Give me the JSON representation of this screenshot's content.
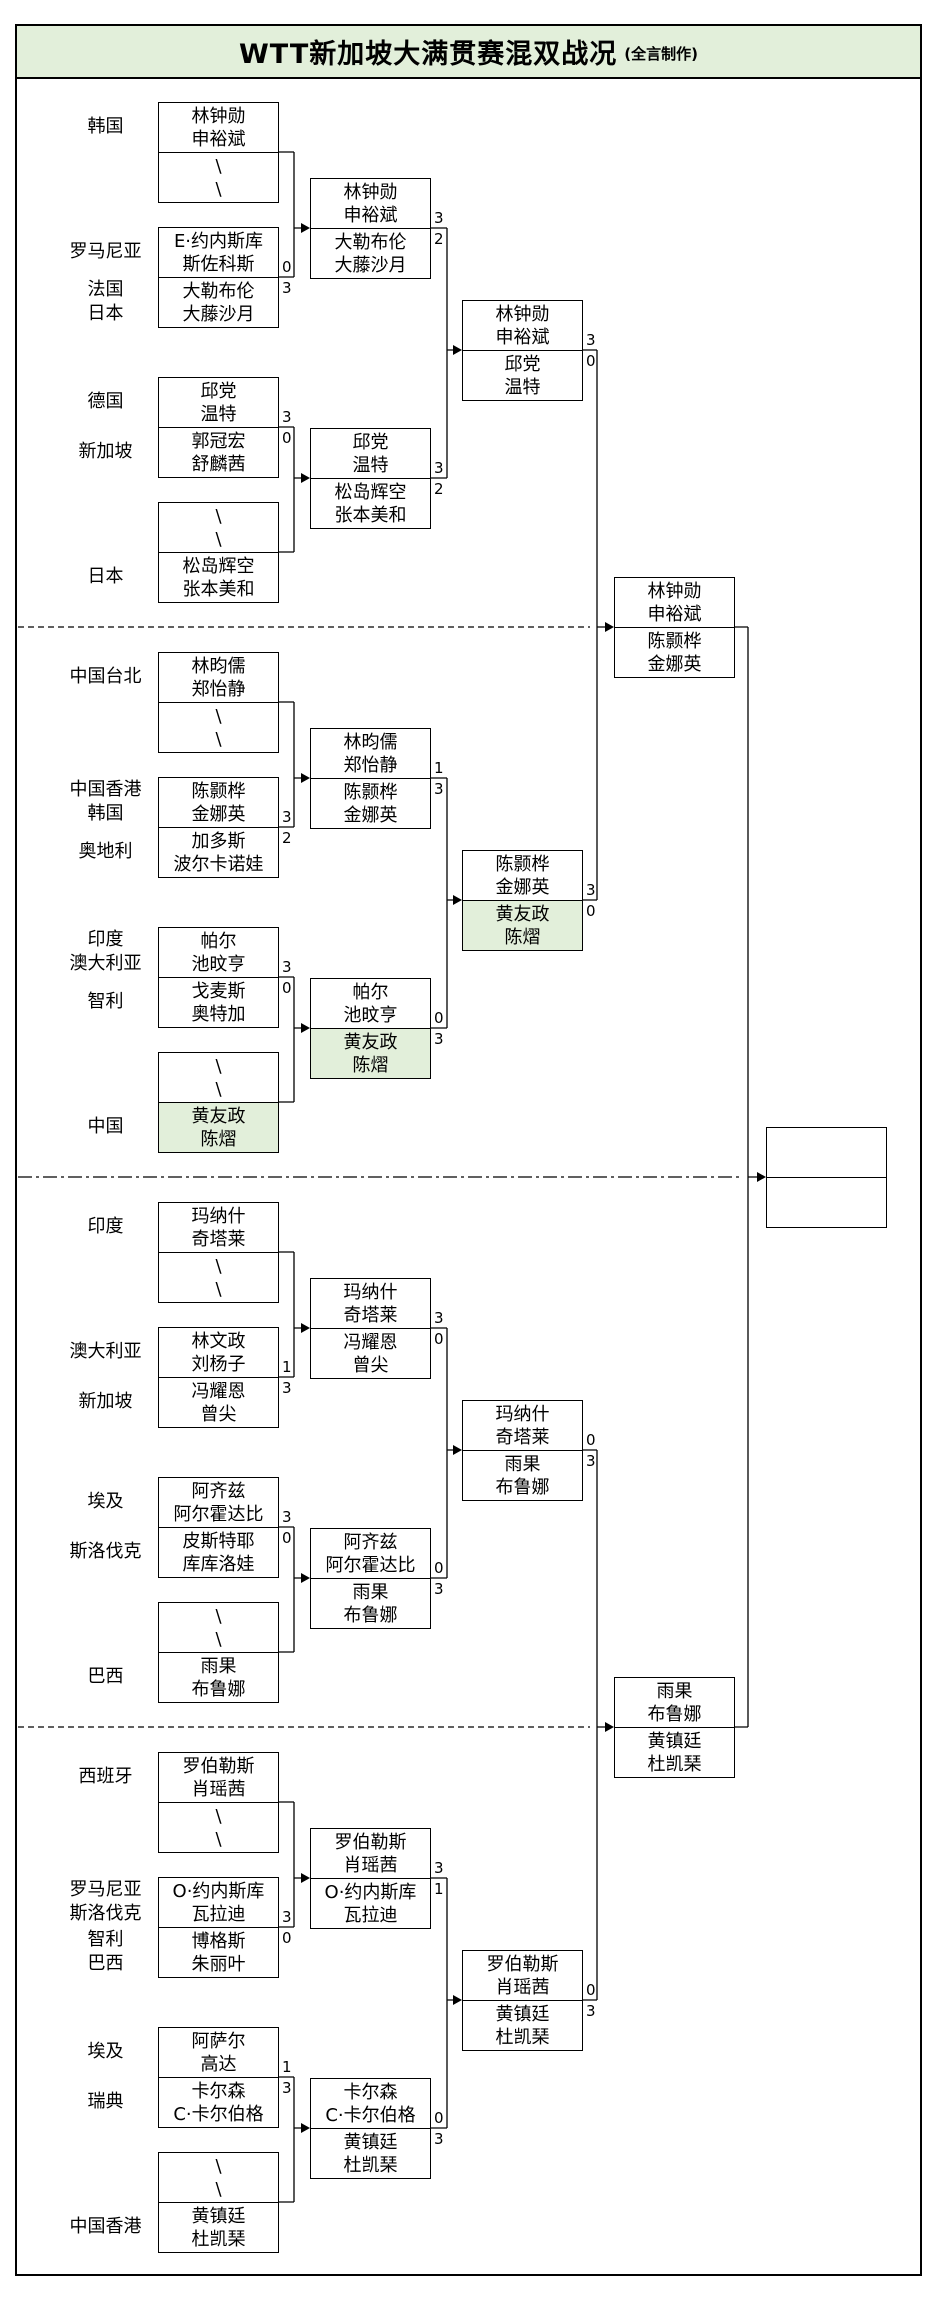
{
  "title": {
    "main": "WTT新加坡大满贯赛混双战况",
    "suffix": "(全言制作)"
  },
  "bye_symbol": "\\",
  "colors": {
    "title_bg": "#e2efda",
    "highlight_bg": "#e2efda",
    "line": "#000000"
  },
  "bracket": {
    "round1_groups": [
      {
        "slots": [
          {
            "country": [
              "韩国"
            ],
            "players": [
              "林钟勋",
              "申裕斌"
            ]
          },
          {
            "bye": true
          }
        ]
      },
      {
        "slots": [
          {
            "country": [
              "罗马尼亚"
            ],
            "players": [
              "E·约内斯库",
              "斯佐科斯"
            ],
            "score": "0"
          },
          {
            "country": [
              "法国",
              "日本"
            ],
            "players": [
              "大勒布伦",
              "大藤沙月"
            ],
            "score": "3"
          }
        ]
      },
      {
        "slots": [
          {
            "country": [
              "德国"
            ],
            "players": [
              "邱党",
              "温特"
            ],
            "score": "3"
          },
          {
            "country": [
              "新加坡"
            ],
            "players": [
              "郭冠宏",
              "舒麟茜"
            ],
            "score": "0"
          }
        ]
      },
      {
        "slots": [
          {
            "bye": true
          },
          {
            "country": [
              "日本"
            ],
            "players": [
              "松岛辉空",
              "张本美和"
            ]
          }
        ]
      },
      {
        "slots": [
          {
            "country": [
              "中国台北"
            ],
            "players": [
              "林昀儒",
              "郑怡静"
            ]
          },
          {
            "bye": true
          }
        ]
      },
      {
        "slots": [
          {
            "country": [
              "中国香港",
              "韩国"
            ],
            "players": [
              "陈颢桦",
              "金娜英"
            ],
            "score": "3"
          },
          {
            "country": [
              "奥地利"
            ],
            "players": [
              "加多斯",
              "波尔卡诺娃"
            ],
            "score": "2"
          }
        ]
      },
      {
        "slots": [
          {
            "country": [
              "印度",
              "澳大利亚"
            ],
            "players": [
              "帕尔",
              "池旼亨"
            ],
            "score": "3"
          },
          {
            "country": [
              "智利"
            ],
            "players": [
              "戈麦斯",
              "奥特加"
            ],
            "score": "0"
          }
        ]
      },
      {
        "slots": [
          {
            "bye": true
          },
          {
            "country": [
              "中国"
            ],
            "players": [
              "黄友政",
              "陈熠"
            ],
            "highlight": true
          }
        ]
      },
      {
        "slots": [
          {
            "country": [
              "印度"
            ],
            "players": [
              "玛纳什",
              "奇塔莱"
            ]
          },
          {
            "bye": true
          }
        ]
      },
      {
        "slots": [
          {
            "country": [
              "澳大利亚"
            ],
            "players": [
              "林文政",
              "刘杨子"
            ],
            "score": "1"
          },
          {
            "country": [
              "新加坡"
            ],
            "players": [
              "冯耀恩",
              "曾尖"
            ],
            "score": "3"
          }
        ]
      },
      {
        "slots": [
          {
            "country": [
              "埃及"
            ],
            "players": [
              "阿齐兹",
              "阿尔霍达比"
            ],
            "score": "3"
          },
          {
            "country": [
              "斯洛伐克"
            ],
            "players": [
              "皮斯特耶",
              "库库洛娃"
            ],
            "score": "0"
          }
        ]
      },
      {
        "slots": [
          {
            "bye": true
          },
          {
            "country": [
              "巴西"
            ],
            "players": [
              "雨果",
              "布鲁娜"
            ]
          }
        ]
      },
      {
        "slots": [
          {
            "country": [
              "西班牙"
            ],
            "players": [
              "罗伯勒斯",
              "肖瑶茜"
            ]
          },
          {
            "bye": true
          }
        ]
      },
      {
        "slots": [
          {
            "country": [
              "罗马尼亚",
              "斯洛伐克"
            ],
            "players": [
              "O·约内斯库",
              "瓦拉迪"
            ],
            "score": "3"
          },
          {
            "country": [
              "智利",
              "巴西"
            ],
            "players": [
              "博格斯",
              "朱丽叶"
            ],
            "score": "0"
          }
        ]
      },
      {
        "slots": [
          {
            "country": [
              "埃及"
            ],
            "players": [
              "阿萨尔",
              "高达"
            ],
            "score": "1"
          },
          {
            "country": [
              "瑞典"
            ],
            "players": [
              "卡尔森",
              "C·卡尔伯格"
            ],
            "score": "3"
          }
        ]
      },
      {
        "slots": [
          {
            "bye": true
          },
          {
            "country": [
              "中国香港"
            ],
            "players": [
              "黄镇廷",
              "杜凯琹"
            ]
          }
        ]
      }
    ],
    "round2": [
      {
        "top": {
          "players": [
            "林钟勋",
            "申裕斌"
          ],
          "score": "3"
        },
        "bottom": {
          "players": [
            "大勒布伦",
            "大藤沙月"
          ],
          "score": "2"
        }
      },
      {
        "top": {
          "players": [
            "邱党",
            "温特"
          ],
          "score": "3"
        },
        "bottom": {
          "players": [
            "松岛辉空",
            "张本美和"
          ],
          "score": "2"
        }
      },
      {
        "top": {
          "players": [
            "林昀儒",
            "郑怡静"
          ],
          "score": "1"
        },
        "bottom": {
          "players": [
            "陈颢桦",
            "金娜英"
          ],
          "score": "3"
        }
      },
      {
        "top": {
          "players": [
            "帕尔",
            "池旼亨"
          ],
          "score": "0"
        },
        "bottom": {
          "players": [
            "黄友政",
            "陈熠"
          ],
          "score": "3",
          "highlight": true
        }
      },
      {
        "top": {
          "players": [
            "玛纳什",
            "奇塔莱"
          ],
          "score": "3"
        },
        "bottom": {
          "players": [
            "冯耀恩",
            "曾尖"
          ],
          "score": "0"
        }
      },
      {
        "top": {
          "players": [
            "阿齐兹",
            "阿尔霍达比"
          ],
          "score": "0"
        },
        "bottom": {
          "players": [
            "雨果",
            "布鲁娜"
          ],
          "score": "3"
        }
      },
      {
        "top": {
          "players": [
            "罗伯勒斯",
            "肖瑶茜"
          ],
          "score": "3"
        },
        "bottom": {
          "players": [
            "O·约内斯库",
            "瓦拉迪"
          ],
          "score": "1"
        }
      },
      {
        "top": {
          "players": [
            "卡尔森",
            "C·卡尔伯格"
          ],
          "score": "0"
        },
        "bottom": {
          "players": [
            "黄镇廷",
            "杜凯琹"
          ],
          "score": "3"
        }
      }
    ],
    "quarterfinals": [
      {
        "top": {
          "players": [
            "林钟勋",
            "申裕斌"
          ],
          "score": "3"
        },
        "bottom": {
          "players": [
            "邱党",
            "温特"
          ],
          "score": "0"
        }
      },
      {
        "top": {
          "players": [
            "陈颢桦",
            "金娜英"
          ],
          "score": "3"
        },
        "bottom": {
          "players": [
            "黄友政",
            "陈熠"
          ],
          "score": "0",
          "highlight": true
        }
      },
      {
        "top": {
          "players": [
            "玛纳什",
            "奇塔莱"
          ],
          "score": "0"
        },
        "bottom": {
          "players": [
            "雨果",
            "布鲁娜"
          ],
          "score": "3"
        }
      },
      {
        "top": {
          "players": [
            "罗伯勒斯",
            "肖瑶茜"
          ],
          "score": "0"
        },
        "bottom": {
          "players": [
            "黄镇廷",
            "杜凯琹"
          ],
          "score": "3"
        }
      }
    ],
    "semifinals": [
      {
        "top": {
          "players": [
            "林钟勋",
            "申裕斌"
          ]
        },
        "bottom": {
          "players": [
            "陈颢桦",
            "金娜英"
          ]
        }
      },
      {
        "top": {
          "players": [
            "雨果",
            "布鲁娜"
          ]
        },
        "bottom": {
          "players": [
            "黄镇廷",
            "杜凯琹"
          ]
        }
      }
    ],
    "final": {
      "top": {
        "players": []
      },
      "bottom": {
        "players": []
      }
    }
  }
}
